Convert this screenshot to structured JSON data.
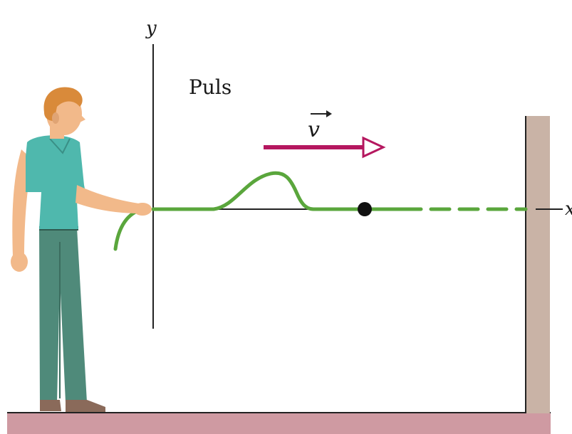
{
  "labels": {
    "y_axis": "y",
    "x_axis": "x",
    "pulse": "Puls",
    "velocity": "v"
  },
  "colors": {
    "rope": "#5aa63c",
    "arrow": "#b5175f",
    "wall": "#c9b3a6",
    "floor": "#cf9aa2",
    "shirt": "#4fb8ad",
    "pants": "#4f8a7a",
    "skin": "#f2b98a",
    "hair": "#d98a3a",
    "axis": "#222222"
  },
  "icons": {
    "person": "man-holding-rope-icon",
    "wall": "wall-icon",
    "marker": "rope-point-icon",
    "velocity_arrow": "velocity-arrow-icon"
  }
}
